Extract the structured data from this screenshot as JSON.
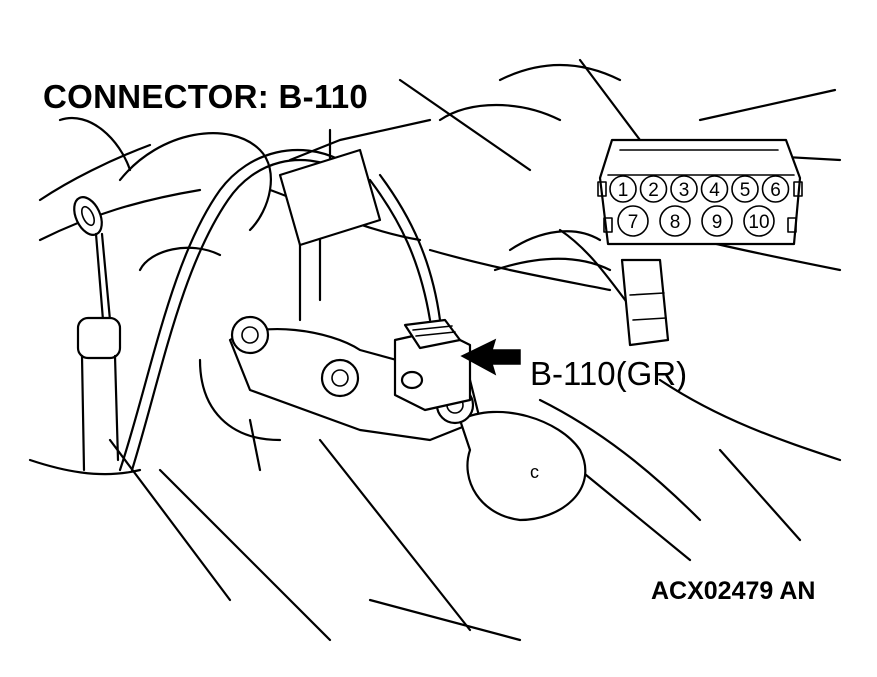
{
  "title": "CONNECTOR: B-110",
  "callout_label": "B-110(GR)",
  "figure_code": "ACX02479 AN",
  "connector_pins": {
    "top_row": [
      "1",
      "2",
      "3",
      "4",
      "5",
      "6"
    ],
    "bottom_row": [
      "7",
      "8",
      "9",
      "10"
    ]
  }
}
